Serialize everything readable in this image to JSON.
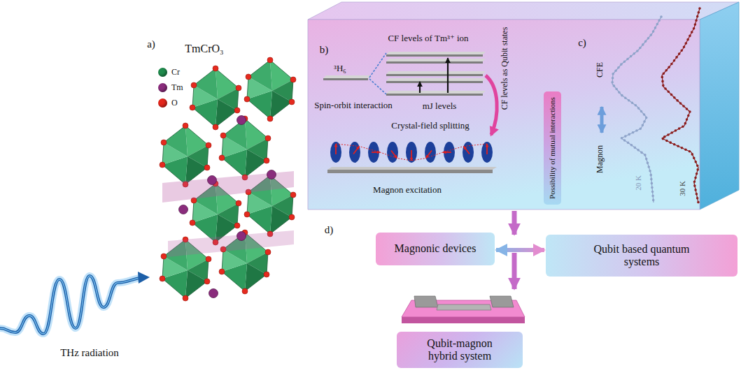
{
  "diagram": {
    "nodes": [
      {
        "text": [
          "Possibility of mutual interactions"
        ]
      },
      {
        "text": [
          "Magnonic devices"
        ]
      },
      {
        "text": [
          "Qubit based quantum systems"
        ]
      },
      {
        "text": [
          "Qubit-magnon hybrid system"
        ]
      }
    ],
    "edges": [
      {
        "from": 1,
        "to": 2,
        "arrow": "both"
      }
    ],
    "labels": [
      "a)",
      "TmCrO₃",
      "THz radiation",
      "b)",
      "CF levels of Tm³⁺ ion",
      "³H₆",
      "Spin-orbit interaction",
      "mJ levels",
      "Crystal-field splitting",
      "CF levels as Qubit states",
      "Magnon excitation",
      "c)",
      "CFE",
      "Magnon",
      "20 K",
      "30 K",
      "d)"
    ],
    "legend": [
      {
        "text": "Cr",
        "color": "#1f8a4c"
      },
      {
        "text": "Tm",
        "color": "#8a2c7c"
      },
      {
        "text": "O",
        "color": "#e3261b"
      }
    ]
  }
}
